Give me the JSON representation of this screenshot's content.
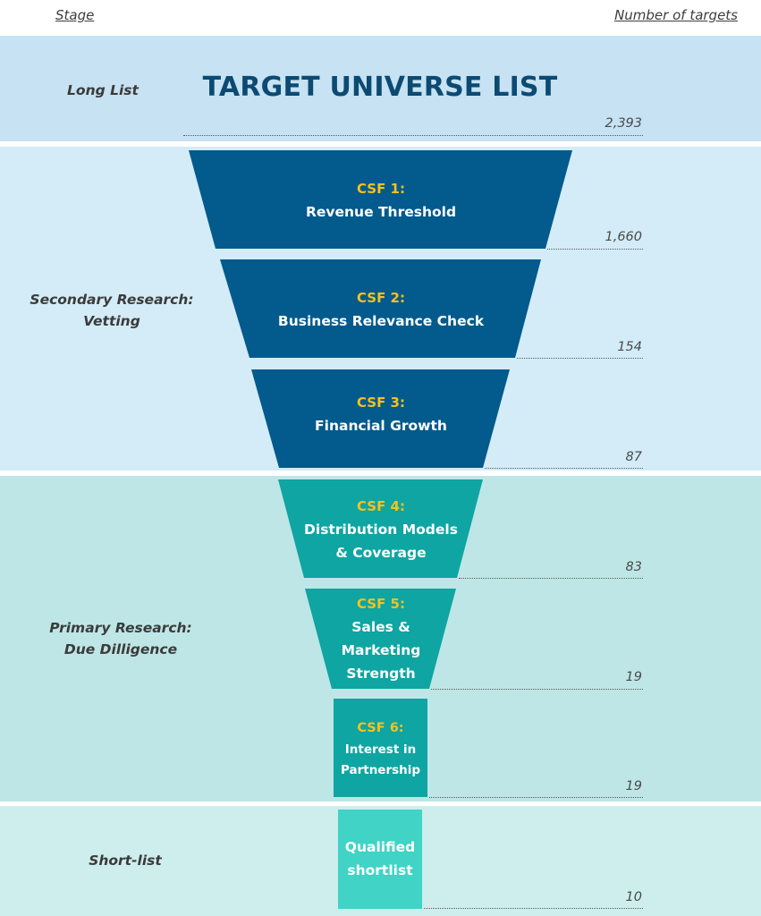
{
  "header": {
    "stage_label": "Stage",
    "count_label": "Number of targets"
  },
  "title": "TARGET UNIVERSE LIST",
  "stages": [
    {
      "label_line1": "Long List",
      "label_line2": ""
    },
    {
      "label_line1": "Secondary Research:",
      "label_line2": "Vetting"
    },
    {
      "label_line1": "Primary Research:",
      "label_line2": "Due Dilligence"
    },
    {
      "label_line1": "Short-list",
      "label_line2": ""
    }
  ],
  "counts": [
    "2,393",
    "1,660",
    "154",
    "87",
    "83",
    "19",
    "19",
    "10"
  ],
  "steps": [
    {
      "csf": "CSF 1:",
      "line1": "Revenue Threshold",
      "line2": "",
      "line3": "",
      "color": "#035a8c"
    },
    {
      "csf": "CSF 2:",
      "line1": "Business Relevance Check",
      "line2": "",
      "line3": "",
      "color": "#035a8c"
    },
    {
      "csf": "CSF 3:",
      "line1": "Financial Growth",
      "line2": "",
      "line3": "",
      "color": "#035a8c"
    },
    {
      "csf": "CSF 4:",
      "line1": "Distribution Models",
      "line2": "& Coverage",
      "line3": "",
      "color": "#0ea5a3"
    },
    {
      "csf": "CSF 5:",
      "line1": "Sales &",
      "line2": "Marketing",
      "line3": "Strength",
      "color": "#0ea5a3"
    },
    {
      "csf": "CSF 6:",
      "line1": "Interest",
      "line2": "in",
      "line3": "Partnership",
      "color": "#0ea5a3"
    },
    {
      "csf": "",
      "line1": "Qualified",
      "line2": "shortlist",
      "line3": "",
      "color": "#40d3c6"
    }
  ]
}
